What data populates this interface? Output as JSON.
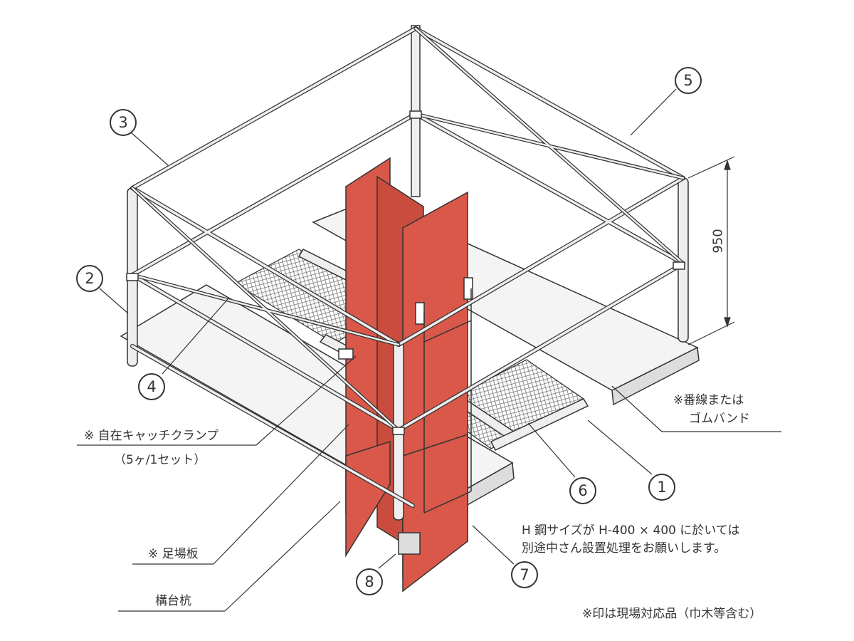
{
  "callouts": {
    "n1": "1",
    "n2": "2",
    "n3": "3",
    "n4": "4",
    "n5": "5",
    "n6": "6",
    "n7": "7",
    "n8": "8"
  },
  "dimension": "950",
  "notes": {
    "clamp_line1": "※ 自在キャッチクランプ",
    "clamp_line2": "（5ヶ/1セット）",
    "plank": "※ 足場板",
    "pile": "構台杭",
    "wire_line1": "※番線または",
    "wire_line2": "ゴムバンド",
    "hbeam_line1": "H 鋼サイズが H-400 × 400 に於いては",
    "hbeam_line2": "別途中さん設置処理をお願いします。",
    "footer": "※印は現場対応品（巾木等含む）"
  },
  "colors": {
    "steel": "#d9584a",
    "steel_dark": "#b8443a",
    "pipe": "#eeeeee",
    "line": "#333333"
  }
}
